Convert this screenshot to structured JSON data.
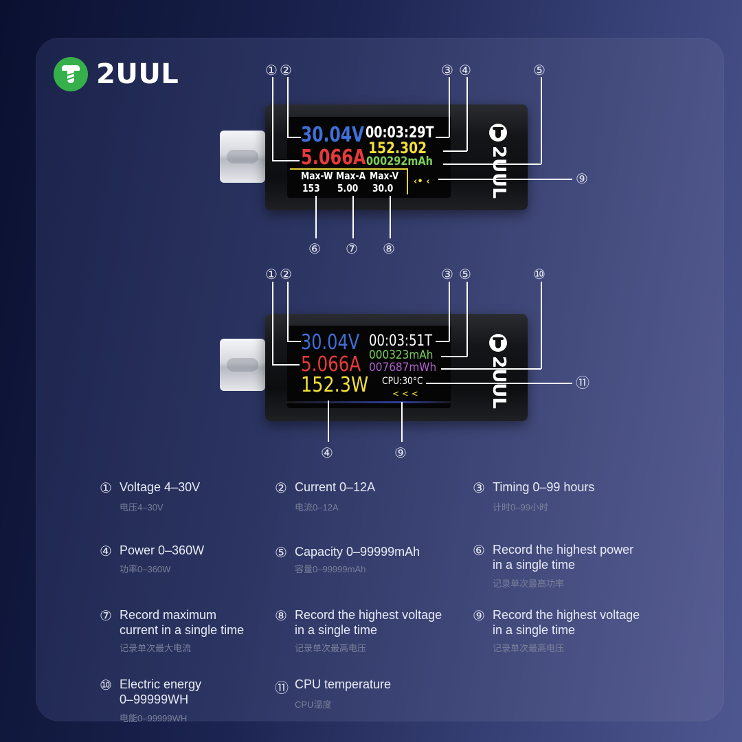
{
  "brand": {
    "name": "2UUL",
    "logo_color": "#35b04a"
  },
  "device_top": {
    "voltage": "30.04V",
    "timer": "00:03:29T",
    "current": "5.066A",
    "power_value": "152.302",
    "capacity": "000292mAh",
    "max_labels": [
      "Max-W",
      "Max-A",
      "Max-V"
    ],
    "max_values": [
      "153",
      "5.00",
      "30.0"
    ],
    "arrows": "‹• ‹",
    "brand_text": "2UUL"
  },
  "device_bottom": {
    "voltage": "30.04V",
    "timer": "00:03:51T",
    "current": "5.066A",
    "capacity": "000323mAh",
    "energy": "007687mWh",
    "power": "152.3W",
    "cpu": "CPU:30°C",
    "arrows": "< < <",
    "brand_text": "2UUL"
  },
  "callouts_top": {
    "c1": "①",
    "c2": "②",
    "c3": "③",
    "c4": "④",
    "c5": "⑤",
    "c9": "⑨",
    "c6": "⑥",
    "c7": "⑦",
    "c8": "⑧"
  },
  "callouts_bottom": {
    "c1": "①",
    "c2": "②",
    "c3": "③",
    "c5": "⑤",
    "c10": "⑩",
    "c11": "⑪",
    "c4": "④",
    "c9": "⑨"
  },
  "specs": [
    {
      "num": "①",
      "title": "Voltage 4–30V",
      "sub": "电压4–30V"
    },
    {
      "num": "②",
      "title": "Current 0–12A",
      "sub": "电流0–12A"
    },
    {
      "num": "③",
      "title": "Timing 0–99 hours",
      "sub": "计时0–99小时"
    },
    {
      "num": "④",
      "title": "Power 0–360W",
      "sub": "功率0–360W"
    },
    {
      "num": "⑤",
      "title": "Capacity 0–99999mAh",
      "sub": "容量0–99999mAh"
    },
    {
      "num": "⑥",
      "title": "Record the highest power",
      "title2": "in a single time",
      "sub": "记录单次最高功率"
    },
    {
      "num": "⑦",
      "title": "Record maximum",
      "title2": "current in a single time",
      "sub": "记录单次最大电流"
    },
    {
      "num": "⑧",
      "title": "Record the highest voltage",
      "title2": "in a single time",
      "sub": "记录单次最高电压"
    },
    {
      "num": "⑨",
      "title": "Record the highest voltage",
      "title2": "in a single time",
      "sub": "记录单次最高电压"
    },
    {
      "num": "⑩",
      "title": "Electric energy",
      "title2": "0–99999WH",
      "sub": "电能0–99999WH"
    },
    {
      "num": "⑪",
      "title": "CPU temperature",
      "sub": "CPU温度"
    }
  ]
}
